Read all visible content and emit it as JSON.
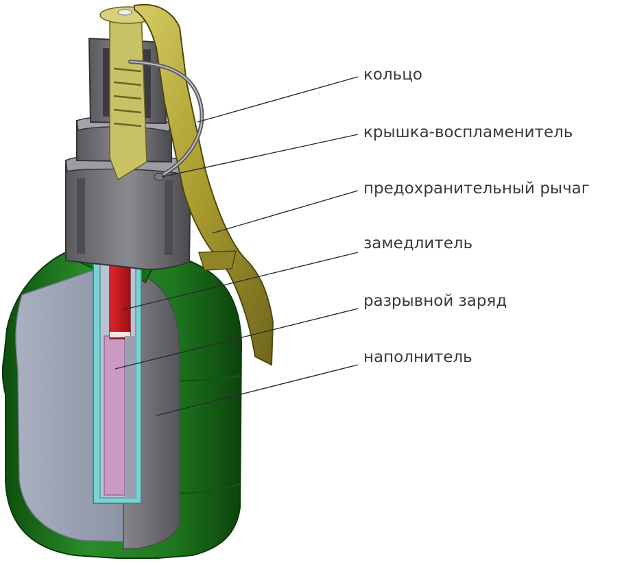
{
  "diagram": {
    "labels": [
      {
        "id": "ring",
        "text": "кольцо"
      },
      {
        "id": "igniter-cap",
        "text": "крышка-воспламенитель"
      },
      {
        "id": "safety-lever",
        "text": "предохранительный рычаг"
      },
      {
        "id": "delay",
        "text": "замедлитель"
      },
      {
        "id": "burst-charge",
        "text": "разрывной заряд"
      },
      {
        "id": "filler",
        "text": "наполнитель"
      }
    ],
    "colors": {
      "body_green": "#1f7a1f",
      "body_green_dark": "#0f4f0f",
      "filler_gray": "#8e96a8",
      "cut_gray": "#6e6e73",
      "lever_olive": "#b5a93a",
      "delay_red": "#c4141a",
      "charge_pink": "#c89ac4",
      "tube_cyan": "#5fc5c8"
    }
  }
}
